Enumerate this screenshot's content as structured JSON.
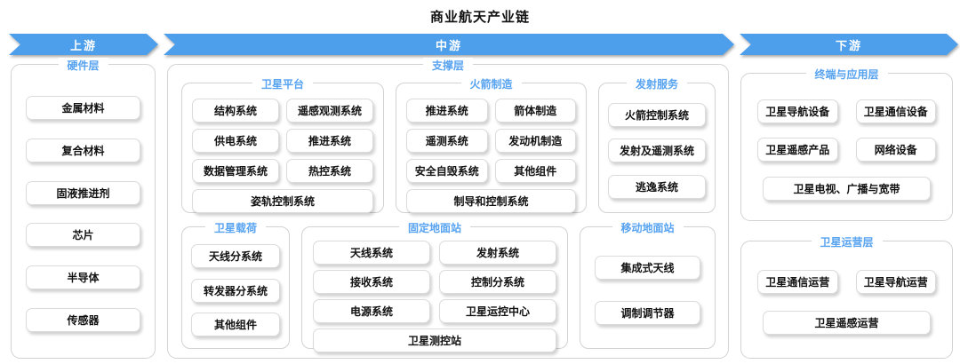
{
  "title": "商业航天产业链",
  "colors": {
    "arrow": "#4D9EEB",
    "section_label": "#57A3F0"
  },
  "arrows": {
    "upstream": "上游",
    "midstream": "中游",
    "downstream": "下游"
  },
  "hardware_layer": {
    "title": "硬件层",
    "items": [
      "金属材料",
      "复合材料",
      "固液推进剂",
      "芯片",
      "半导体",
      "传感器"
    ]
  },
  "support_layer": {
    "title": "支撑层",
    "satellite_platform": {
      "title": "卫星平台",
      "grid_items": [
        "结构系统",
        "遥感观测系统",
        "供电系统",
        "推进系统",
        "数据管理系统",
        "热控系统"
      ],
      "full_item": "姿轨控制系统"
    },
    "rocket_manufacturing": {
      "title": "火箭制造",
      "grid_items": [
        "推进系统",
        "箭体制造",
        "遥测系统",
        "发动机制造",
        "安全自毁系统",
        "其他组件"
      ],
      "full_item": "制导和控制系统"
    },
    "launch_services": {
      "title": "发射服务",
      "items": [
        "火箭控制系统",
        "发射及遥测系统",
        "逃逸系统"
      ]
    },
    "satellite_payload": {
      "title": "卫星载荷",
      "items": [
        "天线分系统",
        "转发器分系统",
        "其他组件"
      ]
    },
    "fixed_ground_station": {
      "title": "固定地面站",
      "grid_items": [
        "天线系统",
        "发射系统",
        "接收系统",
        "控制分系统",
        "电源系统",
        "卫星运控中心"
      ],
      "full_item": "卫星测控站"
    },
    "mobile_ground_station": {
      "title": "移动地面站",
      "items": [
        "集成式天线",
        "调制调节器"
      ]
    }
  },
  "terminal_application_layer": {
    "title": "终端与应用层",
    "grid_items": [
      "卫星导航设备",
      "卫星通信设备",
      "卫星遥感产品",
      "网络设备"
    ],
    "full_item": "卫星电视、广播与宽带"
  },
  "satellite_operation_layer": {
    "title": "卫星运营层",
    "grid_items": [
      "卫星通信运营",
      "卫星导航运营"
    ],
    "full_item": "卫星遥感运营"
  }
}
